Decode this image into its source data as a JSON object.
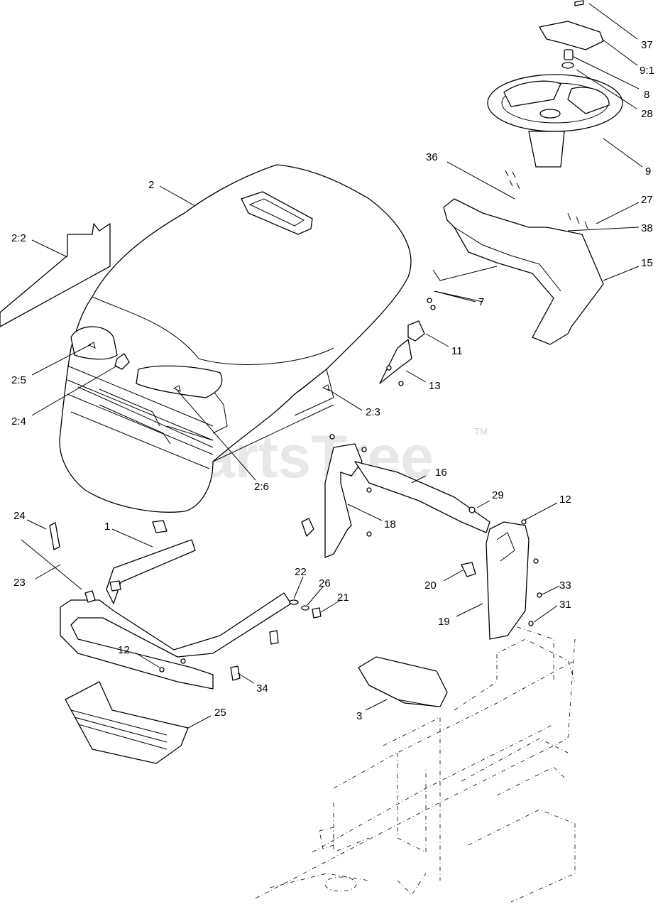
{
  "watermark": {
    "text": "PartsTree",
    "trademark": "TM"
  },
  "callouts": [
    {
      "id": "c37",
      "text": "37"
    },
    {
      "id": "c9_1",
      "text": "9:1"
    },
    {
      "id": "c8",
      "text": "8"
    },
    {
      "id": "c28",
      "text": "28"
    },
    {
      "id": "c9",
      "text": "9"
    },
    {
      "id": "c36",
      "text": "36"
    },
    {
      "id": "c27",
      "text": "27"
    },
    {
      "id": "c38",
      "text": "38"
    },
    {
      "id": "c15",
      "text": "15"
    },
    {
      "id": "c7",
      "text": "7"
    },
    {
      "id": "c11",
      "text": "11"
    },
    {
      "id": "c13",
      "text": "13"
    },
    {
      "id": "c2",
      "text": "2"
    },
    {
      "id": "c2_2",
      "text": "2:2"
    },
    {
      "id": "c2_5",
      "text": "2:5"
    },
    {
      "id": "c2_4",
      "text": "2:4"
    },
    {
      "id": "c2_3",
      "text": "2:3"
    },
    {
      "id": "c2_6",
      "text": "2:6"
    },
    {
      "id": "c16",
      "text": "16"
    },
    {
      "id": "c29",
      "text": "29"
    },
    {
      "id": "c12a",
      "text": "12"
    },
    {
      "id": "c18",
      "text": "18"
    },
    {
      "id": "c24",
      "text": "24"
    },
    {
      "id": "c1",
      "text": "1"
    },
    {
      "id": "c23",
      "text": "23"
    },
    {
      "id": "c22",
      "text": "22"
    },
    {
      "id": "c26",
      "text": "26"
    },
    {
      "id": "c21",
      "text": "21"
    },
    {
      "id": "c20",
      "text": "20"
    },
    {
      "id": "c33",
      "text": "33"
    },
    {
      "id": "c31",
      "text": "31"
    },
    {
      "id": "c19",
      "text": "19"
    },
    {
      "id": "c12b",
      "text": "12"
    },
    {
      "id": "c34",
      "text": "34"
    },
    {
      "id": "c3",
      "text": "3"
    },
    {
      "id": "c25",
      "text": "25"
    }
  ]
}
